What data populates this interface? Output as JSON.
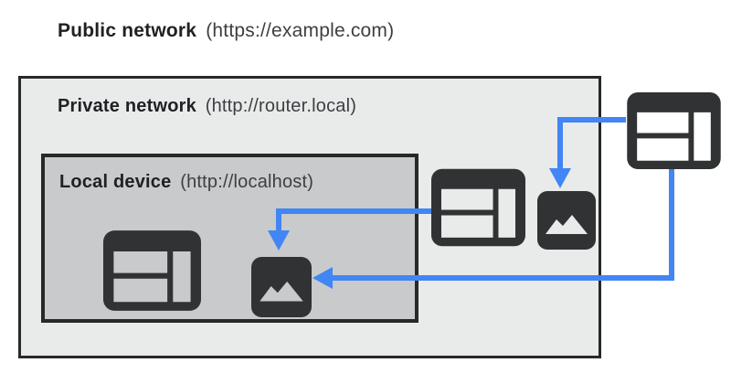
{
  "public_network": {
    "name": "Public network",
    "url": "(https://example.com)"
  },
  "private_network": {
    "name": "Private network",
    "url": "(http://router.local)"
  },
  "local_device": {
    "name": "Local device",
    "url": "(http://localhost)"
  },
  "nodes": [
    {
      "id": "public-site",
      "icon": "browser-window-icon",
      "zone": "public"
    },
    {
      "id": "private-site",
      "icon": "browser-window-icon",
      "zone": "private"
    },
    {
      "id": "private-image",
      "icon": "image-resource-icon",
      "zone": "private"
    },
    {
      "id": "local-site",
      "icon": "browser-window-icon",
      "zone": "local"
    },
    {
      "id": "local-image",
      "icon": "image-resource-icon",
      "zone": "local"
    }
  ],
  "connections": [
    {
      "from": "public-site",
      "to": "private-image"
    },
    {
      "from": "public-site",
      "to": "local-image"
    },
    {
      "from": "private-site",
      "to": "local-image"
    }
  ],
  "colors": {
    "arrow_blue": "#4285f4",
    "icon_dark": "#303234",
    "private_bg": "#e9eaea",
    "local_bg": "#c9cacb",
    "border_dark": "#26282a",
    "page_bg": "#ffffff"
  }
}
